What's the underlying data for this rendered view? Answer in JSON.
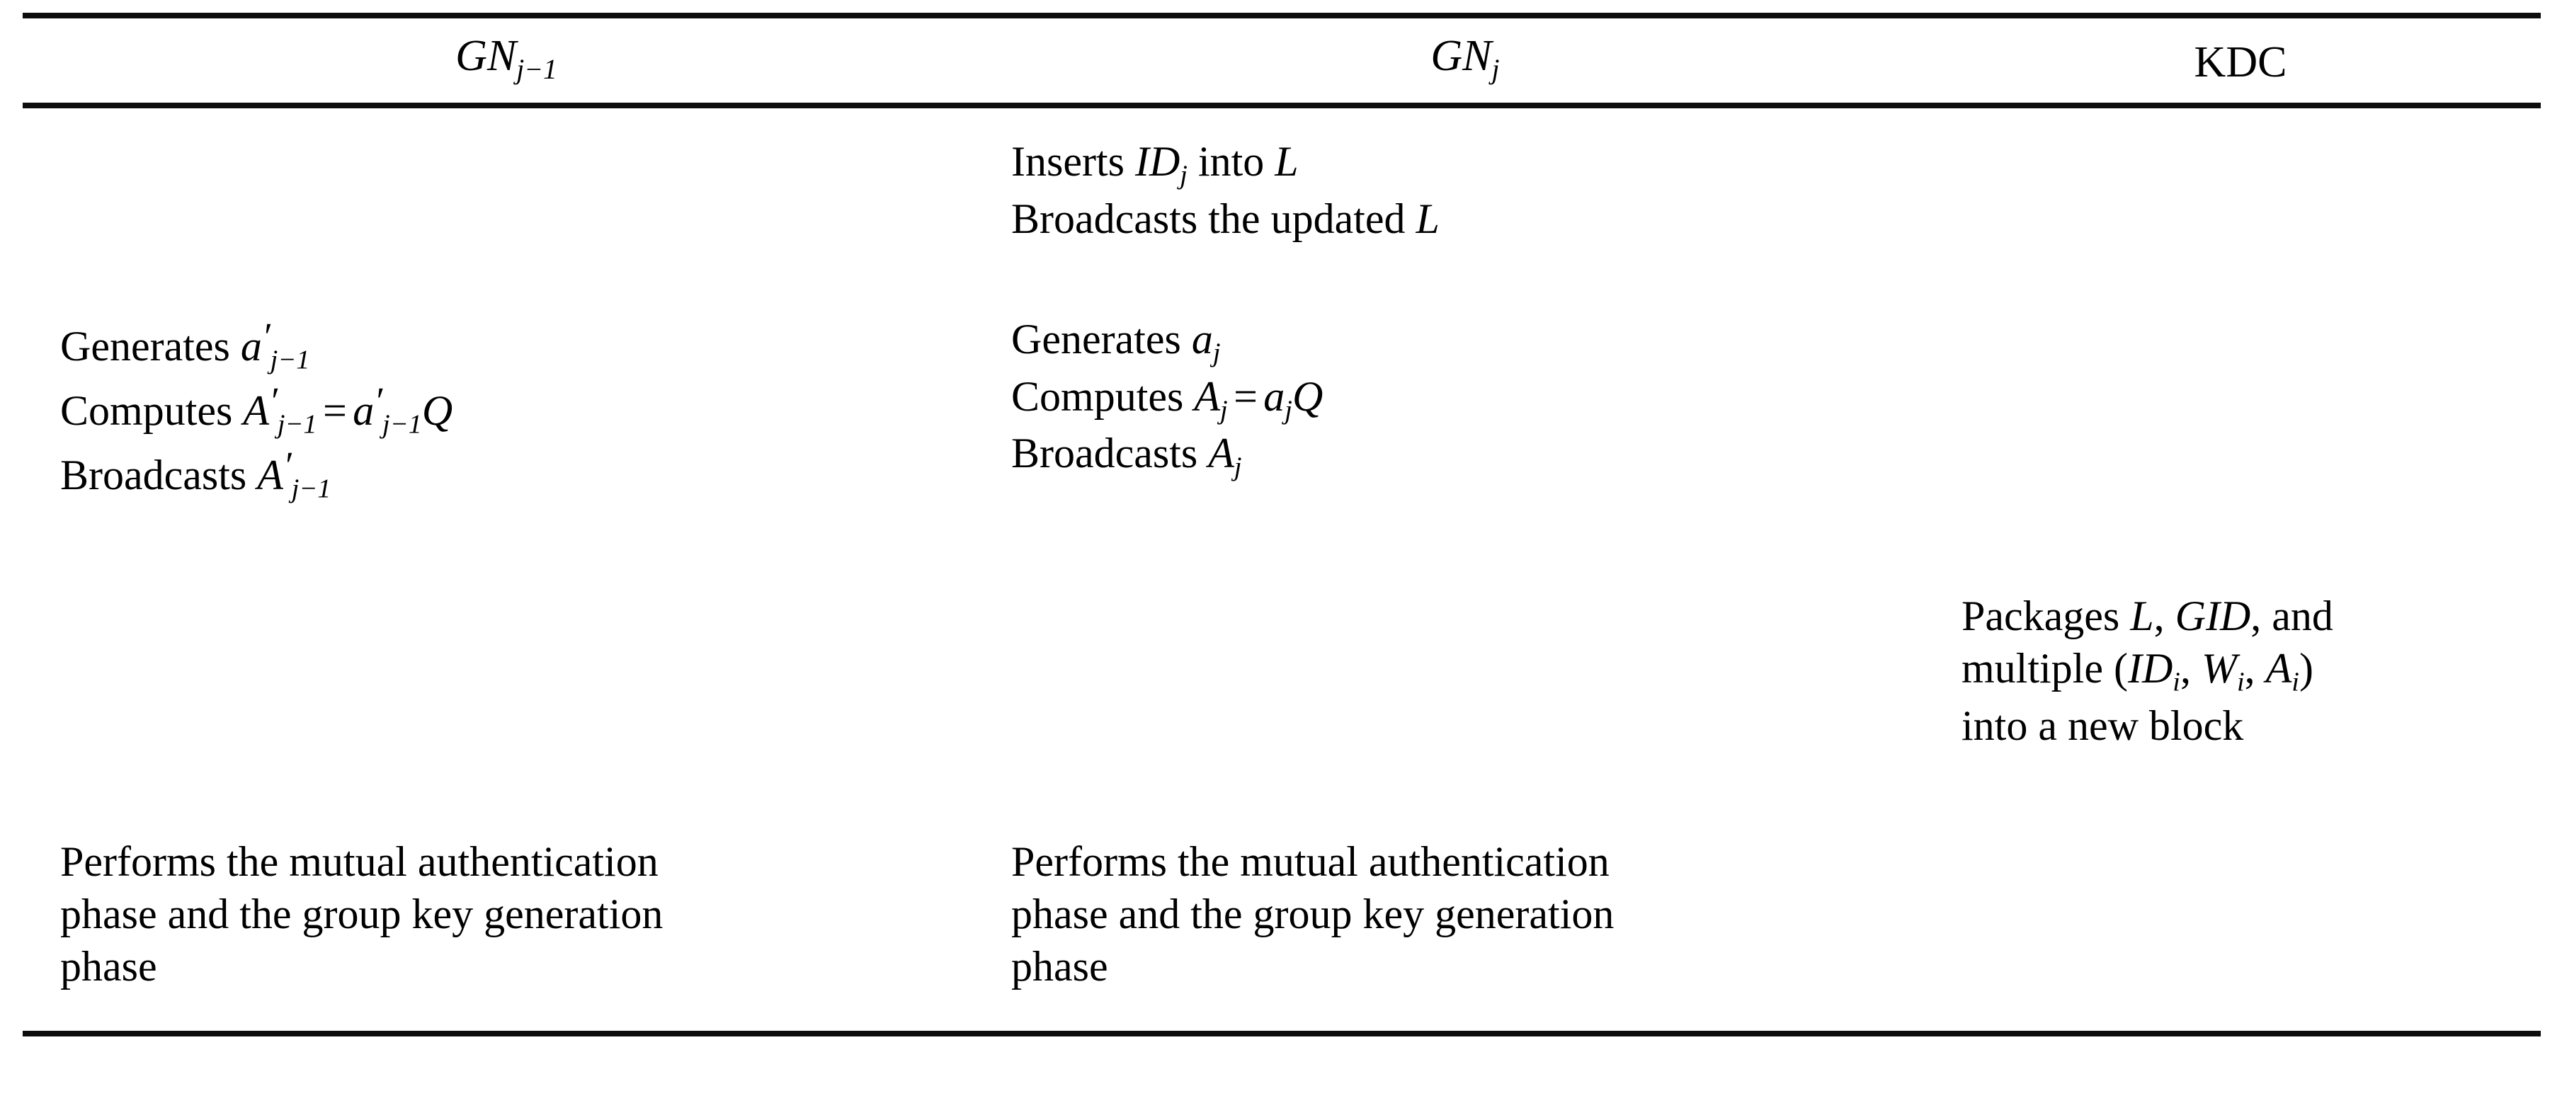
{
  "table": {
    "headers": [
      {
        "base": "GN",
        "sub": "j−1",
        "plain": "GN_{j-1}"
      },
      {
        "base": "GN",
        "sub": "j",
        "plain": "GN_j"
      },
      {
        "base": "KDC",
        "sub": "",
        "plain": "KDC"
      }
    ],
    "rows": [
      {
        "id": "row-insert-broadcast-list",
        "col1": [],
        "col2": [
          {
            "id": "insert-id",
            "text": "Inserts ID_j into L"
          },
          {
            "id": "broadcast-list",
            "text": "Broadcasts the updated L"
          }
        ],
        "col3": []
      },
      {
        "id": "row-generate-compute-broadcast",
        "col1": [
          {
            "id": "generates-a-prime",
            "text": "Generates a'_{j-1}"
          },
          {
            "id": "computes-A-prime",
            "text": "Computes A'_{j-1} = a'_{j-1}Q"
          },
          {
            "id": "broadcasts-A-prime",
            "text": "Broadcasts A'_{j-1}"
          }
        ],
        "col2": [
          {
            "id": "generates-a",
            "text": "Generates a_j"
          },
          {
            "id": "computes-A",
            "text": "Computes A_j = a_jQ"
          },
          {
            "id": "broadcasts-A",
            "text": "Broadcasts A_j"
          }
        ],
        "col3": []
      },
      {
        "id": "row-kdc-package",
        "col1": [],
        "col2": [],
        "col3": [
          {
            "id": "packages-line-1",
            "text": "Packages L, GID, and"
          },
          {
            "id": "packages-line-2",
            "text": "multiple (ID_i, W_i, A_i)"
          },
          {
            "id": "packages-line-3",
            "text": "into a new block"
          }
        ]
      },
      {
        "id": "row-mutual-auth-phase",
        "col1": [
          {
            "id": "performs-phase-1-l1",
            "text": "Performs the mutual authentication"
          },
          {
            "id": "performs-phase-1-l2",
            "text": "phase and the group key generation"
          },
          {
            "id": "performs-phase-1-l3",
            "text": "phase"
          }
        ],
        "col2": [
          {
            "id": "performs-phase-2-l1",
            "text": "Performs the mutual authentication"
          },
          {
            "id": "performs-phase-2-l2",
            "text": "phase and the group key generation"
          },
          {
            "id": "performs-phase-2-l3",
            "text": "phase"
          }
        ],
        "col3": []
      }
    ],
    "rules": {
      "color": "#0d0d0d",
      "top": true,
      "header": true,
      "bottom": true
    }
  },
  "symbols": {
    "ID": "ID",
    "L": "L",
    "GID": "GID",
    "W": "W",
    "A": "A",
    "Q": "Q",
    "a": "a",
    "equals": "=",
    "index_j": "j",
    "index_i": "i",
    "index_j_minus_1": "j−1",
    "prime": "′"
  },
  "text": {
    "inserts": "Inserts",
    "into": "into",
    "broadcasts": "Broadcasts",
    "the_updated": "the updated",
    "generates": "Generates",
    "computes": "Computes",
    "packages": "Packages",
    "and": "and",
    "multiple": "multiple",
    "into_a_new_block": "into a new block",
    "performs_l1": "Performs the mutual authentication",
    "performs_l2": "phase and the group key generation",
    "performs_l3": "phase",
    "comma": ","
  },
  "colors": {
    "background": "#ffffff",
    "text": "#000000",
    "rule": "#0d0d0d"
  }
}
